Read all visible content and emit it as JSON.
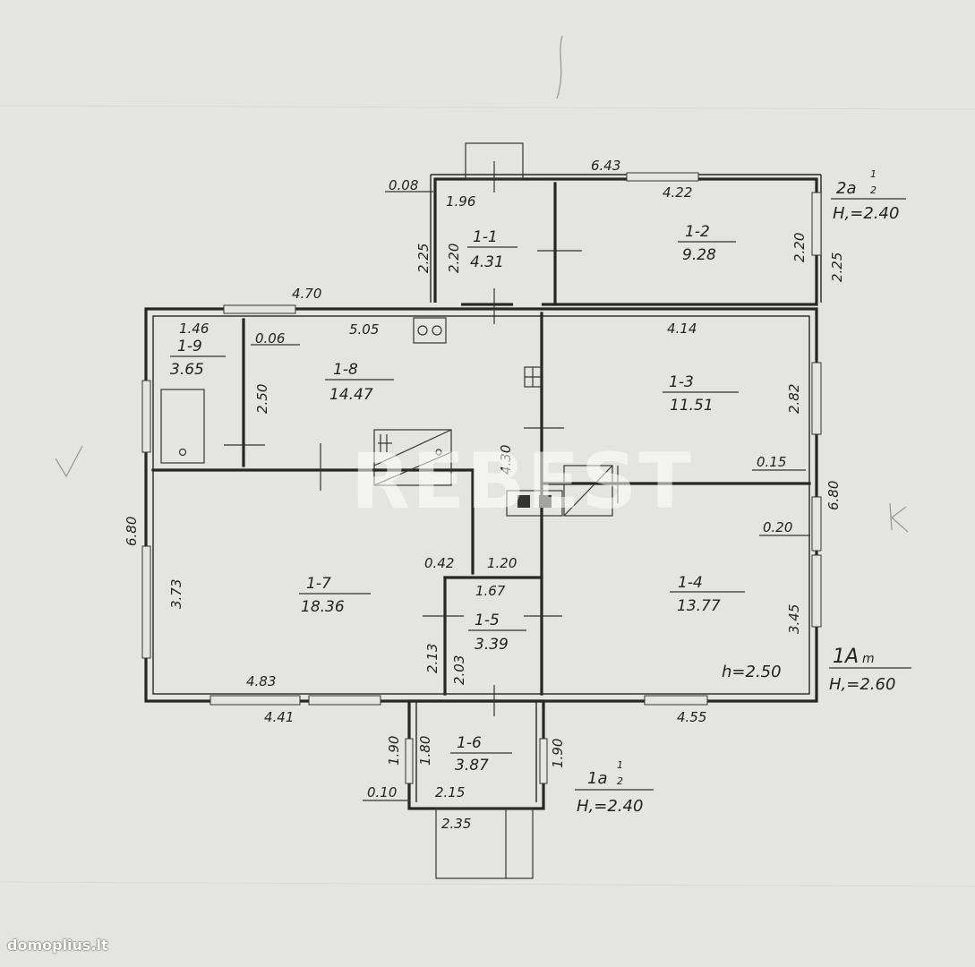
{
  "rooms": [
    {
      "id": "1-1",
      "area": "4.31"
    },
    {
      "id": "1-2",
      "area": "9.28"
    },
    {
      "id": "1-3",
      "area": "11.51"
    },
    {
      "id": "1-4",
      "area": "13.77"
    },
    {
      "id": "1-5",
      "area": "3.39"
    },
    {
      "id": "1-6",
      "area": "3.87"
    },
    {
      "id": "1-7",
      "area": "18.36"
    },
    {
      "id": "1-8",
      "area": "14.47"
    },
    {
      "id": "1-9",
      "area": "3.65"
    }
  ],
  "dimensions": {
    "top_annex_width": "6.43",
    "d_0_08": "0.08",
    "d_1_96": "1.96",
    "d_4_22": "4.22",
    "d_2_25_left": "2.25",
    "d_2_20_left": "2.20",
    "d_2_20_right": "2.20",
    "d_2_25_right": "2.25",
    "d_4_70": "4.70",
    "d_5_05": "5.05",
    "d_4_14": "4.14",
    "d_1_46": "1.46",
    "d_0_06": "0.06",
    "d_2_50": "2.50",
    "d_4_30": "4.30",
    "d_2_82": "2.82",
    "d_0_15": "0.15",
    "d_6_80_left": "6.80",
    "d_6_80_right": "6.80",
    "d_0_20": "0.20",
    "d_3_73": "3.73",
    "d_0_42": "0.42",
    "d_1_20": "1.20",
    "d_1_67": "1.67",
    "d_3_45": "3.45",
    "d_2_13": "2.13",
    "d_2_03": "2.03",
    "d_4_83": "4.83",
    "d_4_41": "4.41",
    "d_4_55": "4.55",
    "d_1_90_left": "1.90",
    "d_1_80": "1.80",
    "d_1_90_right": "1.90",
    "d_0_10": "0.10",
    "d_2_15": "2.15",
    "d_2_35": "2.35"
  },
  "annotations": {
    "annex_top_label": "2a",
    "annex_top_frac_num": "1",
    "annex_top_frac_den": "2",
    "annex_top_height": "H,=2.40",
    "main_label": "1A",
    "main_label_suffix": "m",
    "main_height": "H,=2.60",
    "room_height": "h=2.50",
    "annex_bottom_label": "1a",
    "annex_bottom_frac_num": "1",
    "annex_bottom_frac_den": "2",
    "annex_bottom_height": "H,=2.40"
  },
  "watermark": "REBEST",
  "site_logo": "domoplius.lt",
  "colors": {
    "paper": "#e4e5e3",
    "ink": "#262626"
  }
}
